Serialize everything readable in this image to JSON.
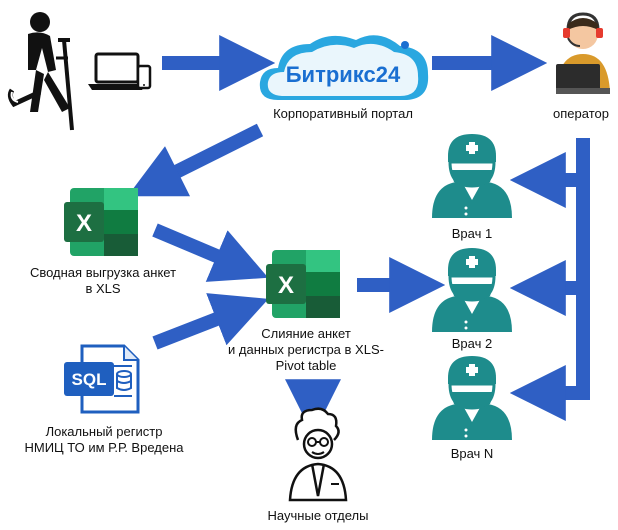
{
  "cloud": {
    "brand_text": "Битрикс24",
    "label": "Корпоративный портал"
  },
  "operator": {
    "label": "оператор"
  },
  "doctors": [
    {
      "label": "Врач 1"
    },
    {
      "label": "Врач 2"
    },
    {
      "label": "Врач N"
    }
  ],
  "excel_summary": {
    "icon_letter": "X",
    "label_line1": "Сводная выгрузка анкет",
    "label_line2": "в XLS"
  },
  "excel_merge": {
    "icon_letter": "X",
    "label_line1": "Слияние анкет",
    "label_line2": "и данных регистра в XLS-",
    "label_line3": "Pivot table"
  },
  "sql_registry": {
    "icon_text": "SQL",
    "label_line1": "Локальный регистр",
    "label_line2": "НМИЦ ТО им Р.Р. Вредена"
  },
  "scientist": {
    "label": "Научные отделы"
  },
  "colors": {
    "arrow": "#2f5fc4",
    "excel_dark": "#1d6f42",
    "excel_mid": "#21a366",
    "excel_light": "#33c481",
    "sql_blue": "#1f5fbf",
    "doctor_teal": "#1e8c8c",
    "cloud_blue": "#2aa7e0",
    "brand_blue": "#1a6fd1"
  }
}
